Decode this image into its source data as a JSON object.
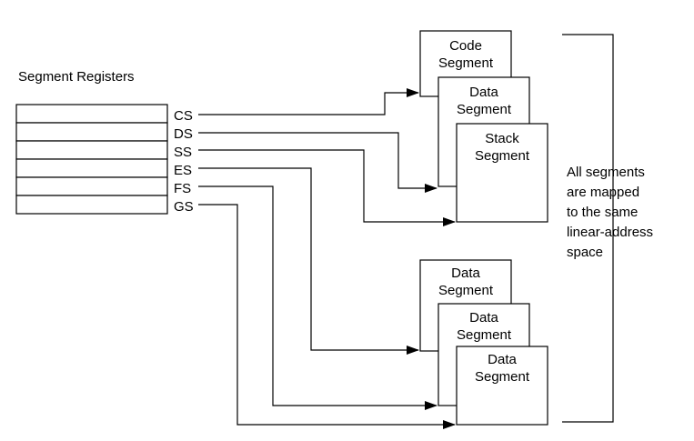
{
  "title": "Segment Registers",
  "registers": [
    {
      "label": "CS"
    },
    {
      "label": "DS"
    },
    {
      "label": "SS"
    },
    {
      "label": "ES"
    },
    {
      "label": "FS"
    },
    {
      "label": "GS"
    }
  ],
  "top_group": [
    {
      "line1": "Code",
      "line2": "Segment"
    },
    {
      "line1": "Data",
      "line2": "Segment"
    },
    {
      "line1": "Stack",
      "line2": "Segment"
    }
  ],
  "bottom_group": [
    {
      "line1": "Data",
      "line2": "Segment"
    },
    {
      "line1": "Data",
      "line2": "Segment"
    },
    {
      "line1": "Data",
      "line2": "Segment"
    }
  ],
  "note": [
    "All segments",
    "are mapped",
    "to the same",
    "linear-address",
    "space"
  ],
  "mapping": [
    {
      "register": "CS",
      "segment": "top.0"
    },
    {
      "register": "DS",
      "segment": "top.1"
    },
    {
      "register": "SS",
      "segment": "top.2"
    },
    {
      "register": "ES",
      "segment": "bottom.0"
    },
    {
      "register": "FS",
      "segment": "bottom.1"
    },
    {
      "register": "GS",
      "segment": "bottom.2"
    }
  ]
}
